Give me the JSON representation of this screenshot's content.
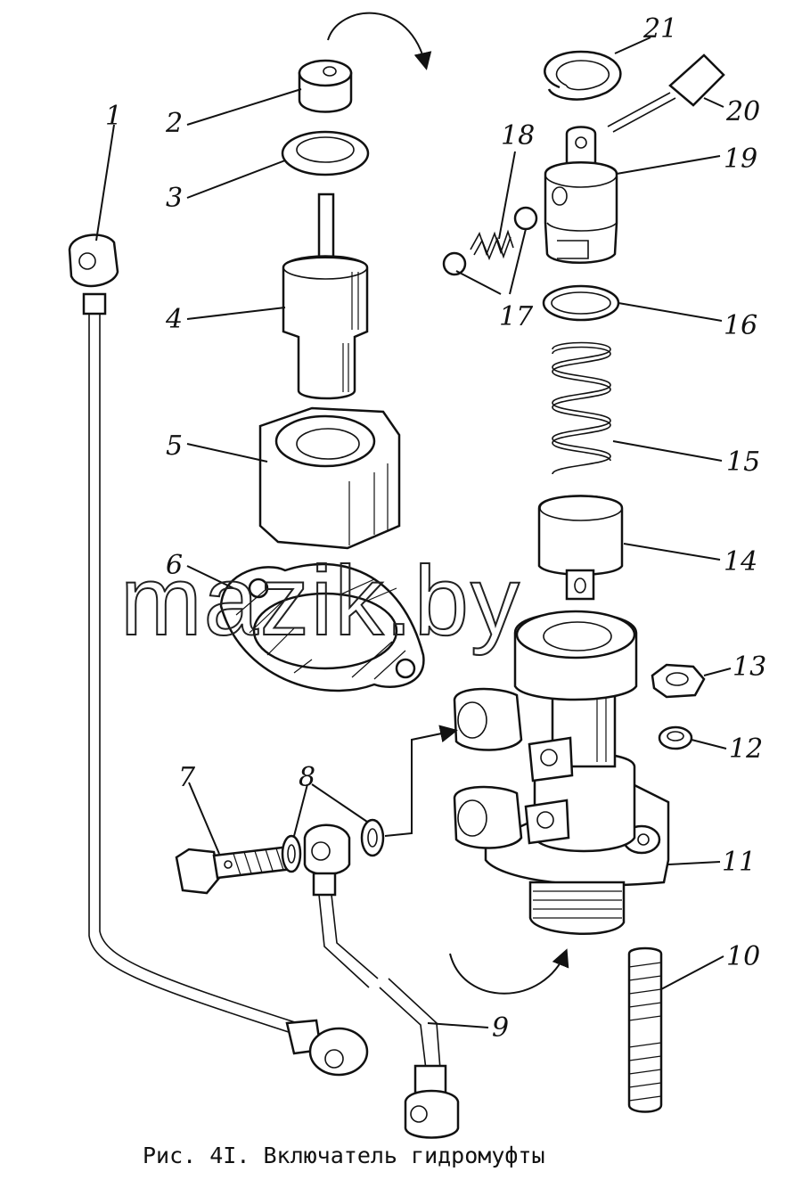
{
  "figure": {
    "caption": "Рис. 4I. Включатель гидромуфты",
    "watermark": "mazik.by",
    "callouts": [
      "1",
      "2",
      "3",
      "4",
      "5",
      "6",
      "7",
      "8",
      "9",
      "10",
      "11",
      "12",
      "13",
      "14",
      "15",
      "16",
      "17",
      "18",
      "19",
      "20",
      "21"
    ]
  }
}
